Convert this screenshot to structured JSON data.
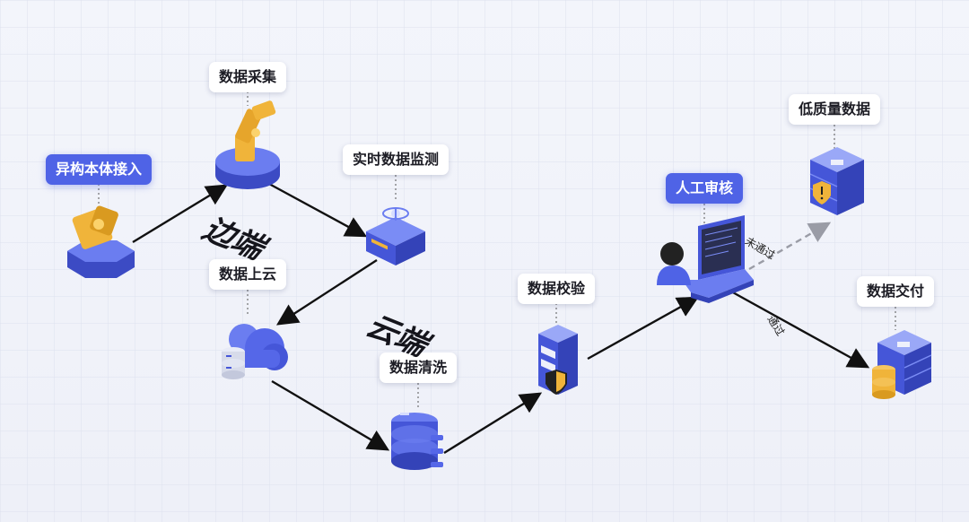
{
  "nodes": {
    "heterogeneous_access": "异构本体接入",
    "data_collection": "数据采集",
    "realtime_monitoring": "实时数据监测",
    "data_to_cloud": "数据上云",
    "data_cleaning": "数据清洗",
    "data_validation": "数据校验",
    "manual_review": "人工审核",
    "low_quality_data": "低质量数据",
    "data_delivery": "数据交付"
  },
  "zones": {
    "edge": "边端",
    "cloud": "云端"
  },
  "edges": {
    "failed": "未通过",
    "passed": "通过"
  },
  "colors": {
    "highlight": "#4f63e6",
    "device_blue": "#5567e8",
    "device_dark": "#3c4bc4",
    "robot_gold": "#f0b43a",
    "arrow": "#111111",
    "dashed_arrow": "#9a9ca6"
  },
  "icons": [
    "robot-arm-icon",
    "server-sensor-icon",
    "cloud-database-icon",
    "database-stack-icon",
    "shield-server-icon",
    "laptop-user-icon",
    "warning-server-icon",
    "delivery-server-icon"
  ]
}
